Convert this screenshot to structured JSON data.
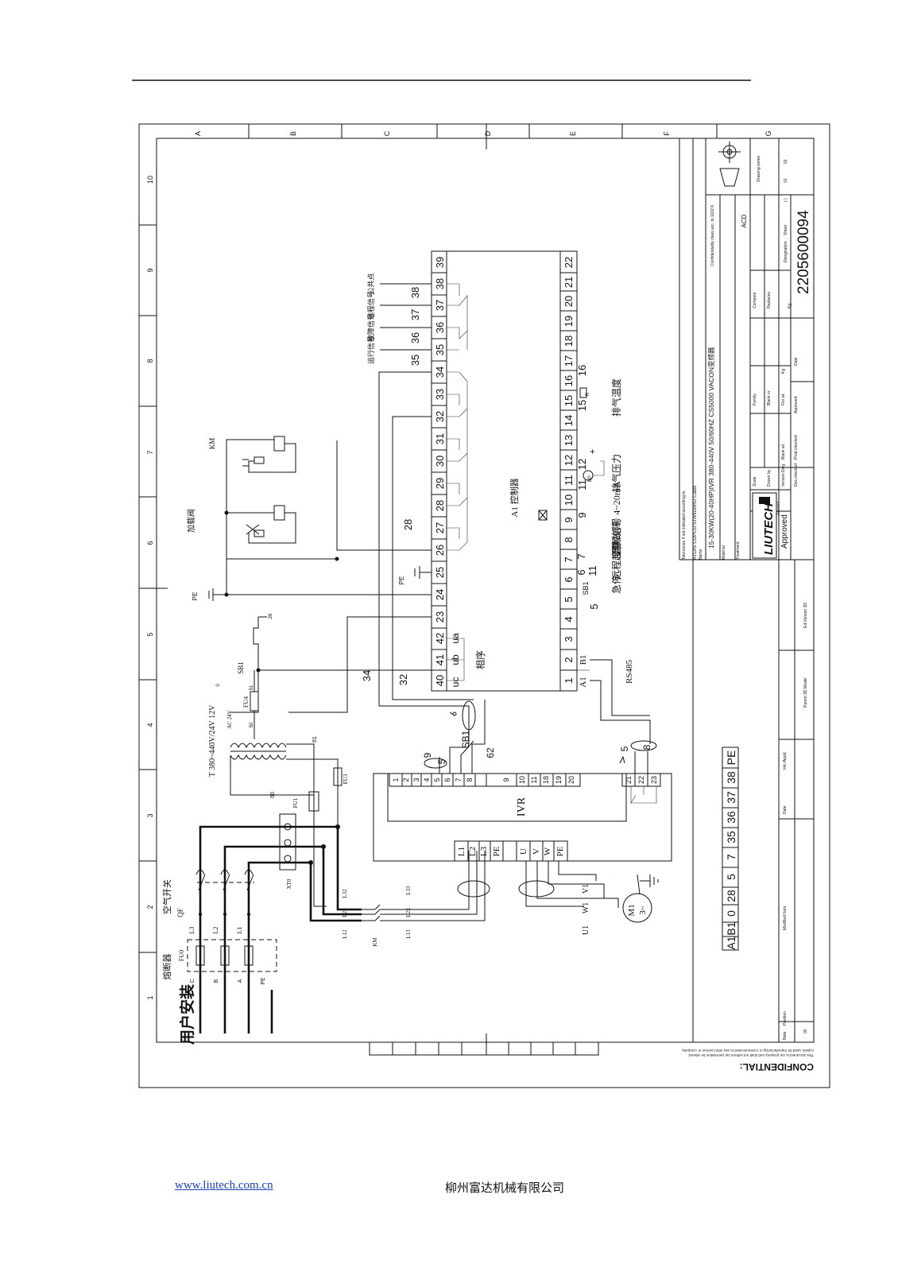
{
  "footer": {
    "url": "www.liutech.com.cn",
    "company": "柳州富达机械有限公司"
  },
  "frame": {
    "columns": [
      "A",
      "B",
      "C",
      "D",
      "E",
      "F",
      "G"
    ],
    "rows": [
      "10",
      "9",
      "8",
      "7",
      "6",
      "5",
      "4",
      "3",
      "2",
      "1"
    ]
  },
  "title_block": {
    "tolerance_note": "Tolerances if not indicated according to",
    "standard": "ATLAS COPCO STANDARD Class",
    "name_label": "Name",
    "name": "15-30KW(20-40HP)IVR 380-440V 50/60HZ CS5000 VACON变频器",
    "material_label": "Material",
    "treatment_label": "Treatment",
    "confidentiality_label": "Confidentiality class acc. to 1102 K",
    "acd": "ACD",
    "drawing_owner": "Drawing owner",
    "brand": "LIUTECH",
    "scale_label": "Scale",
    "drawn_by_label": "Drawn by",
    "version_dwg_label": "Version Dwg",
    "blank_wt_label": "Blank wt.",
    "prod_checked_label": "Prod checked",
    "des_checked_label": "Des checked",
    "family_label": "Family",
    "blank_nr_label": "Blank nr.",
    "fini_wt_label": "Fini wt.",
    "approved_small_label": "Approved",
    "date_label": "Date",
    "compare_label": "Compare",
    "replaces_label": "Replaces",
    "designation_label": "Designation",
    "kg_label": "Kg",
    "sheet_label": "Sheet",
    "sheet_values": [
      "( )",
      "01",
      "02"
    ],
    "designation": "2205600094",
    "approved": "Approved",
    "ed_version": "Ed.Version 3D",
    "parent_model": "Parent 3D Model",
    "modified_from": "Modified from",
    "date_col": "Date",
    "intr_appd": "Intr./Appd.",
    "note_label": "Note",
    "position_label": "Position",
    "position_value": "00",
    "confidential": "CONFIDENTIAL:",
    "confidential_note1": "This document is our property and shall not without our permission be altered,",
    "confidential_note2": "copied, used for manufacturing or communicated to any other person or company."
  },
  "controller": {
    "name": "A1 控制器",
    "top_terminals": [
      "40",
      "41",
      "42",
      "23",
      "24",
      "25",
      "26",
      "27",
      "28",
      "29",
      "30",
      "31",
      "32",
      "33",
      "34",
      "35",
      "36",
      "37",
      "38",
      "39"
    ],
    "bottom_terminals": [
      "1",
      "2",
      "3",
      "4",
      "5",
      "6",
      "7",
      "8",
      "9",
      "10",
      "11",
      "12",
      "13",
      "14",
      "15",
      "16",
      "17",
      "18",
      "19",
      "20",
      "21",
      "22"
    ],
    "phase_labels": [
      "uc",
      "ub",
      "ua"
    ],
    "phase_note": "相序",
    "a1_label": "A1",
    "b1_label": "B1",
    "rs485": "RS485",
    "relay_numbers": [
      "35",
      "36",
      "37",
      "38"
    ],
    "relay_signals": [
      "运行信号",
      "故障信号",
      "远程信号",
      "公共点"
    ],
    "wire_34": "34",
    "wire_32": "32",
    "wire_28": "28",
    "pe_label": "PE",
    "sb1_sub": "SB1",
    "num_5": "5",
    "num_6": "6",
    "num_7": "7",
    "num_9": "9",
    "num_11": "11",
    "num_12": "12",
    "num_15": "15",
    "num_16": "16",
    "bp_label": "BP",
    "bp_plus": "+",
    "r_label": "R",
    "func_estop": "急停",
    "func_remote": "远程起停",
    "func_vfd_fault": "变频故障",
    "func_freq": "调频信号 4~20mA",
    "func_pressure": "排气压力",
    "func_temp": "排气温度"
  },
  "ivr": {
    "name": "IVR",
    "control_terminals": [
      "1",
      "2",
      "3",
      "4",
      "5",
      "6",
      "7",
      "8",
      "9",
      "10",
      "11",
      "18",
      "19",
      "20"
    ],
    "relay_terminals": [
      "21",
      "22",
      "23"
    ],
    "power_in": [
      "L1",
      "L2",
      "L3",
      "PE"
    ],
    "power_out": [
      "U",
      "V",
      "W",
      "PE"
    ],
    "num_9": "9",
    "num_5": "5",
    "num_62": "62",
    "num_8": "8",
    "sb1": "SB1"
  },
  "power": {
    "user_install": "用户安装",
    "fuse_label": "熔断器",
    "fu0": "FU0",
    "phases_in": [
      "C",
      "B",
      "A",
      "PE"
    ],
    "breaker_label": "空气开关",
    "qf": "QF",
    "lines": [
      "L3",
      "L2",
      "L1"
    ],
    "km": "KM",
    "contactor_out": [
      "L12",
      "L13"
    ],
    "contactor_mid": [
      "L22",
      "L23"
    ],
    "contactor_top": [
      "L32",
      "L33"
    ],
    "motor": "M1",
    "motor_phase": "3~",
    "motor_terms": [
      "U1",
      "W1",
      "V1"
    ],
    "xt0": "XT0",
    "fu1": "FU1",
    "fu3": "FU3",
    "num_60": "60",
    "num_61": "61",
    "transformer": "T 380~440V/24V 12V",
    "ac24": "AC 24V",
    "fu4": "FU4",
    "num_50": "50",
    "num_51": "51",
    "num_0": "0",
    "sb1": "SB1",
    "num_26": "26",
    "pe": "PE",
    "load_valve": "加载阀",
    "km_coil": "KM"
  },
  "terminal_strip": [
    "A1",
    "B1",
    "0",
    "28",
    "5",
    "7",
    "35",
    "36",
    "37",
    "38",
    "PE"
  ]
}
